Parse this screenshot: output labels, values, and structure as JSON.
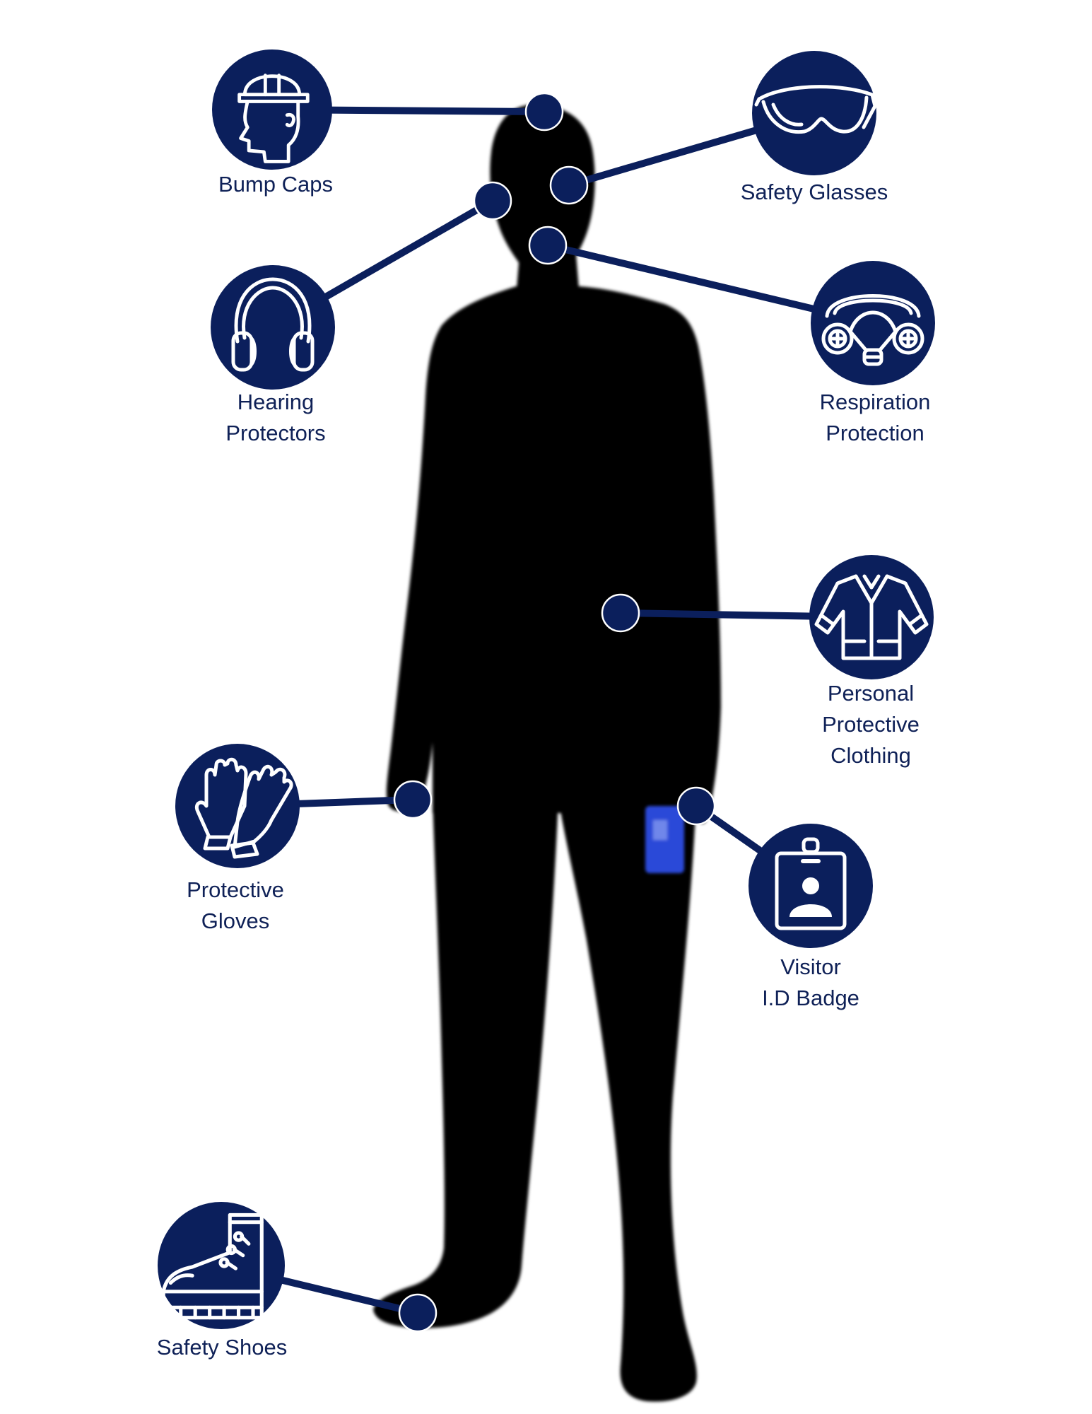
{
  "colors": {
    "navy": "#0b1f5c",
    "label": "#0f2157",
    "silhouette": "#000000",
    "badge": "#2a48d8",
    "icon_stroke": "#ffffff"
  },
  "items": [
    {
      "id": "bump-caps",
      "icon": "hard-hat-head-icon",
      "lines": [
        "Bump Caps"
      ]
    },
    {
      "id": "safety-glasses",
      "icon": "safety-glasses-icon",
      "lines": [
        "Safety Glasses"
      ]
    },
    {
      "id": "hearing-protectors",
      "icon": "earmuffs-icon",
      "lines": [
        "Hearing",
        "Protectors"
      ]
    },
    {
      "id": "respiration-protection",
      "icon": "respirator-mask-icon",
      "lines": [
        "Respiration",
        "Protection"
      ]
    },
    {
      "id": "personal-protective-clothing",
      "icon": "protective-coat-icon",
      "lines": [
        "Personal",
        "Protective",
        "Clothing"
      ]
    },
    {
      "id": "protective-gloves",
      "icon": "gloves-icon",
      "lines": [
        "Protective",
        "Gloves"
      ]
    },
    {
      "id": "visitor-id-badge",
      "icon": "id-badge-icon",
      "lines": [
        "Visitor",
        "I.D Badge"
      ]
    },
    {
      "id": "safety-shoes",
      "icon": "safety-boot-icon",
      "lines": [
        "Safety Shoes"
      ]
    }
  ]
}
